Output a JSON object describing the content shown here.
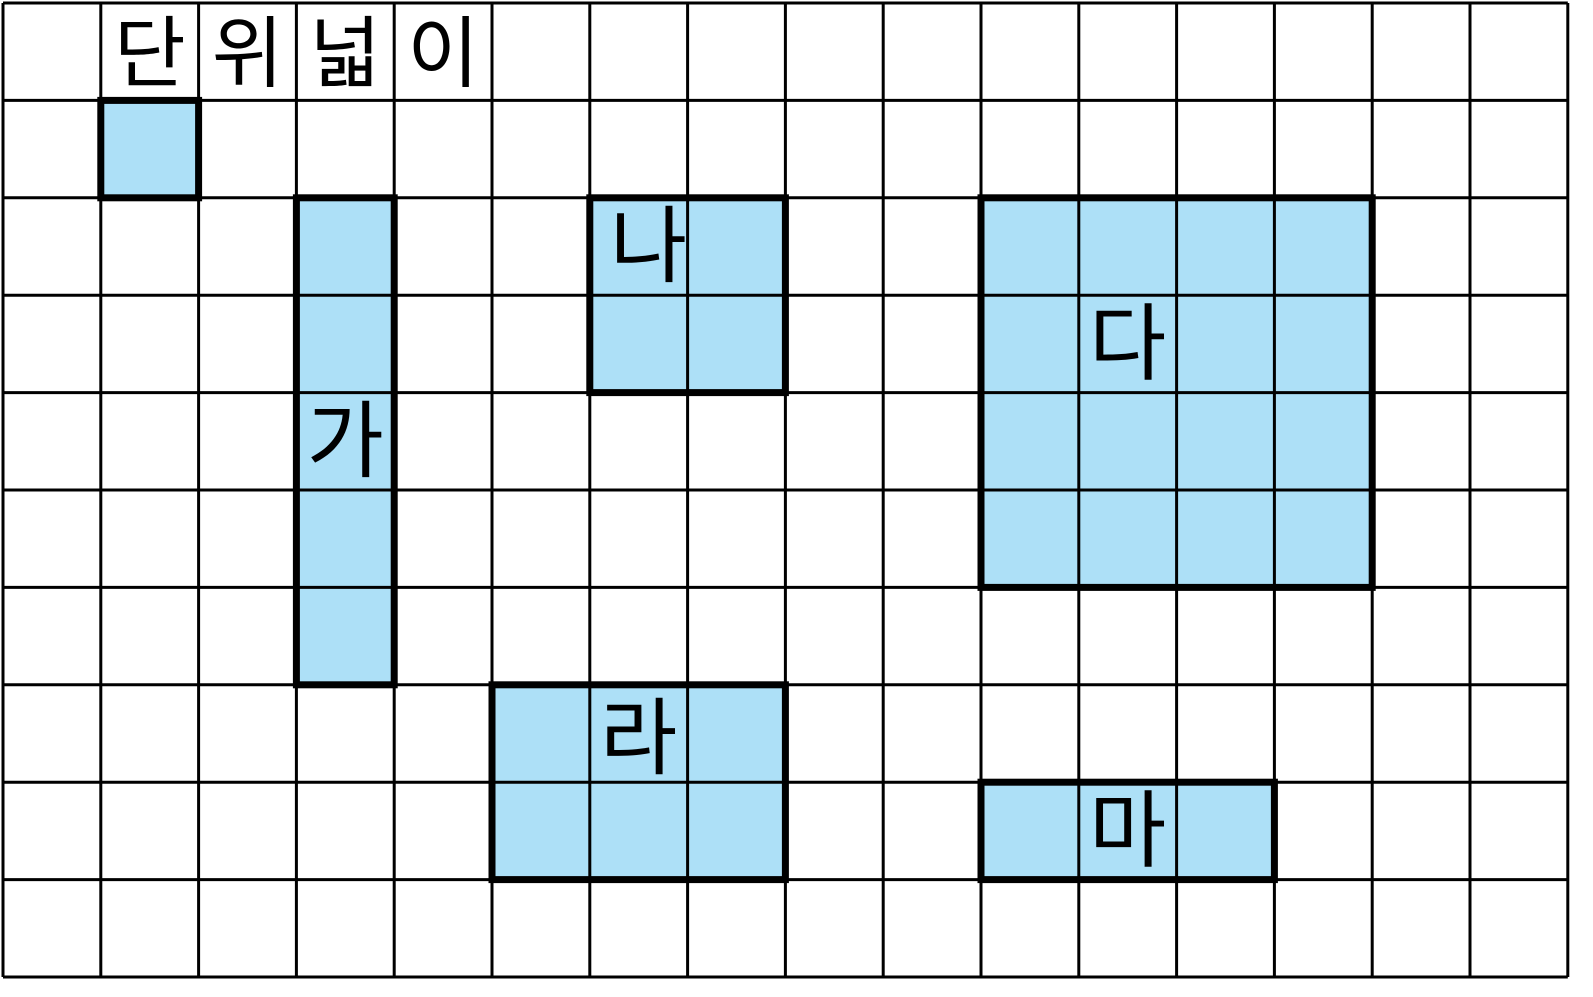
{
  "grid": {
    "columns": 16,
    "rows": 10
  },
  "colors": {
    "fill": "#ade0f7",
    "stroke": "#000000",
    "background": "#ffffff"
  },
  "unit_area_caption": "단위넓이",
  "unit_square": {
    "label": "",
    "col": 1,
    "row": 1,
    "width": 1,
    "height": 1
  },
  "shapes": [
    {
      "label": "가",
      "col": 3,
      "row": 2,
      "width": 1,
      "height": 5
    },
    {
      "label": "나",
      "col": 6,
      "row": 2,
      "width": 2,
      "height": 2
    },
    {
      "label": "다",
      "col": 10,
      "row": 2,
      "width": 4,
      "height": 4
    },
    {
      "label": "라",
      "col": 5,
      "row": 7,
      "width": 3,
      "height": 2
    },
    {
      "label": "마",
      "col": 10,
      "row": 8,
      "width": 3,
      "height": 1
    }
  ]
}
